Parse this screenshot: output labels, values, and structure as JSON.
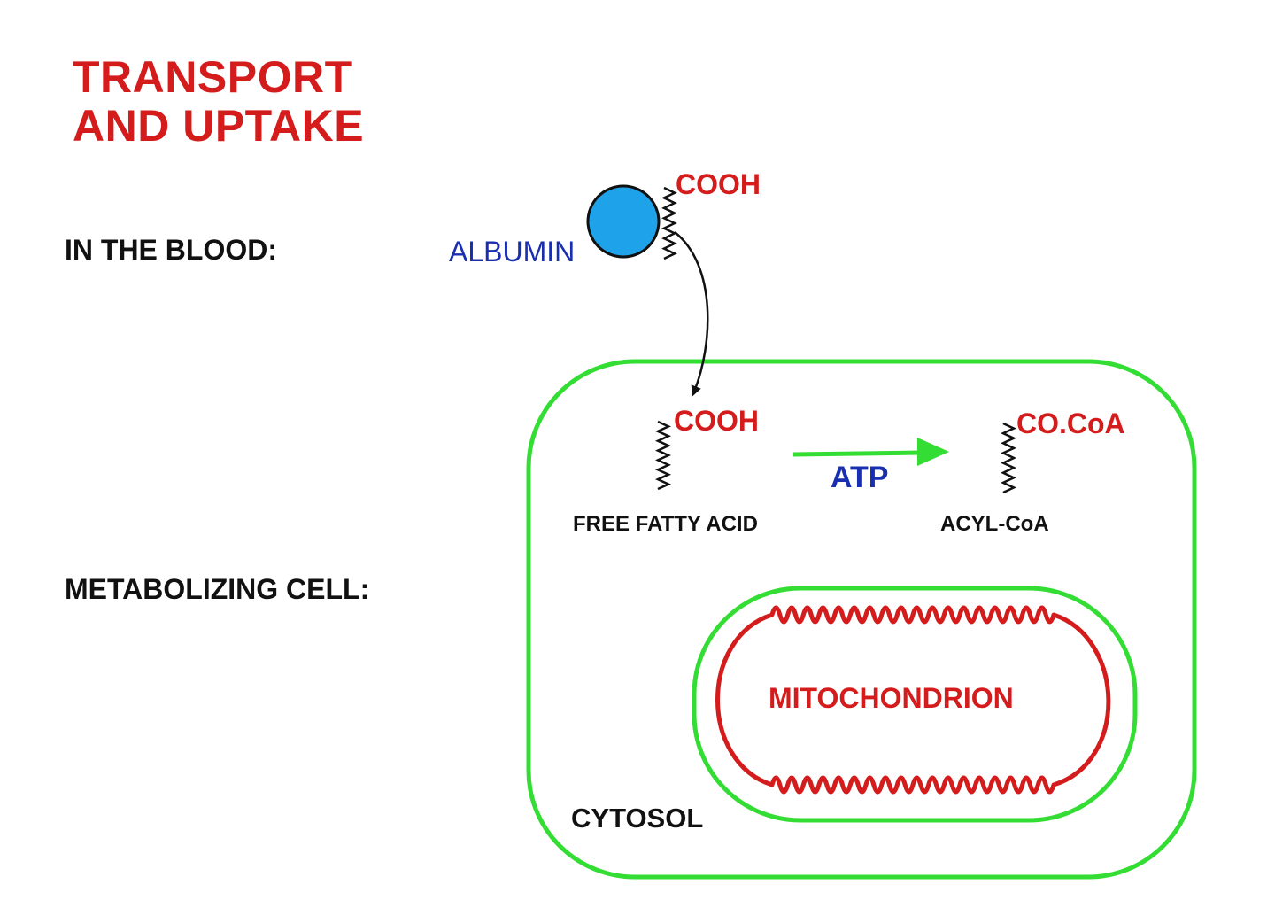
{
  "title": {
    "line1": "TRANSPORT",
    "line2": "AND UPTAKE"
  },
  "labels": {
    "blood": "IN THE BLOOD:",
    "cell": "METABOLIZING CELL:",
    "albumin": "ALBUMIN",
    "cooh_blood": "COOH",
    "cooh_cell": "COOH",
    "free_fatty_acid": "FREE FATTY ACID",
    "atp": "ATP",
    "co_coa": "CO.CoA",
    "acyl_coa": "ACYL-CoA",
    "mitochondrion": "MITOCHONDRION",
    "cytosol": "CYTOSOL"
  },
  "colors": {
    "title": "#d41c1c",
    "albumin_fill": "#1ea3ea",
    "cell_membrane": "#33dd33",
    "mitochondrion": "#d41c1c",
    "atp_text": "#1a2fb0",
    "albumin_text": "#1a2fb0"
  }
}
